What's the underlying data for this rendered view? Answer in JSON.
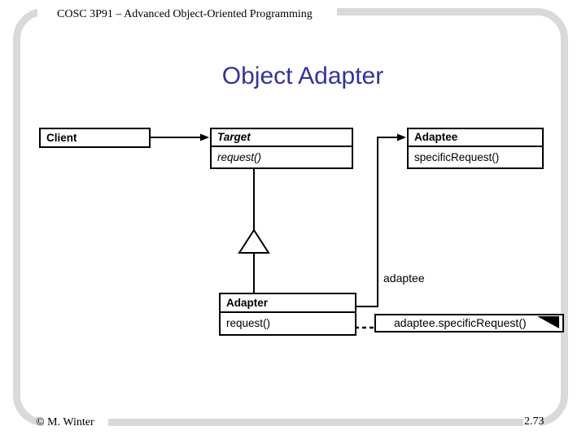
{
  "slide": {
    "course_header": "COSC 3P91 – Advanced Object-Oriented Programming",
    "title": "Object Adapter",
    "footer_copyright": "© M. Winter",
    "page_number": "2.73"
  },
  "colors": {
    "title_blue": "#333399",
    "frame_gray": "#d9d9d9",
    "diagram_line": "#000000"
  },
  "diagram": {
    "client": {
      "class_name": "Client"
    },
    "target": {
      "class_name": "Target",
      "method": "request()"
    },
    "adaptee": {
      "class_name": "Adaptee",
      "method": "specificRequest()"
    },
    "adapter": {
      "class_name": "Adapter",
      "method": "request()"
    },
    "association_label": "adaptee",
    "note_text": "adaptee.specificRequest()"
  }
}
